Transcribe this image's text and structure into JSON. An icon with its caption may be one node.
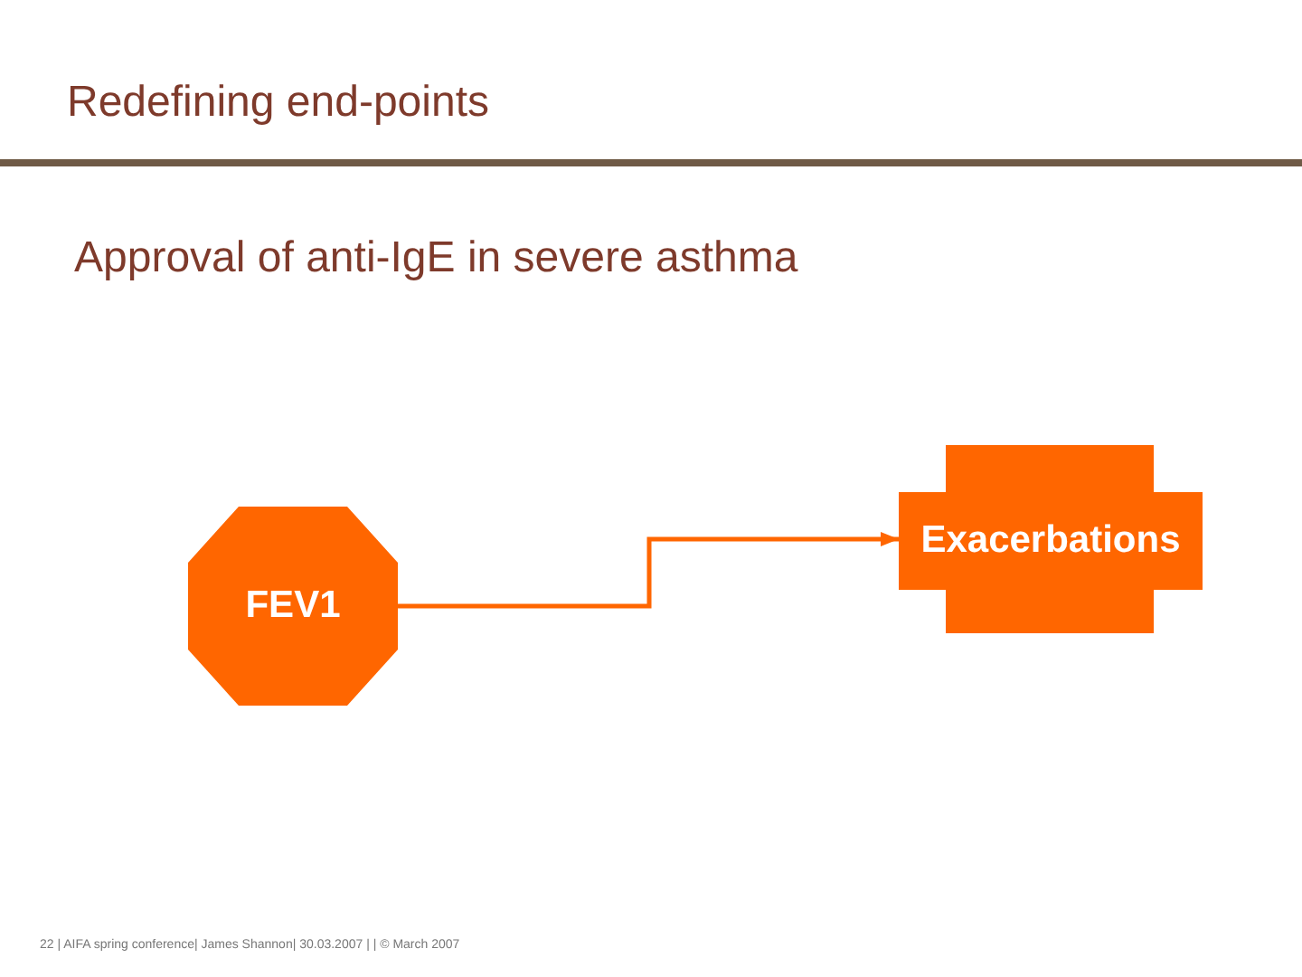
{
  "diagram": {
    "title": "Redefining end-points",
    "nodes": [
      {
        "text": [
          "FEV1"
        ]
      },
      {
        "text": [
          "Exacerbations"
        ]
      }
    ],
    "edges": [
      {
        "from": 0,
        "to": 1,
        "arrow": "to"
      }
    ],
    "labels": [
      "Approval of anti-IgE in severe asthma",
      "22 | AIFA spring conference| James Shannon| 30.03.2007 | | © March 2007"
    ]
  }
}
